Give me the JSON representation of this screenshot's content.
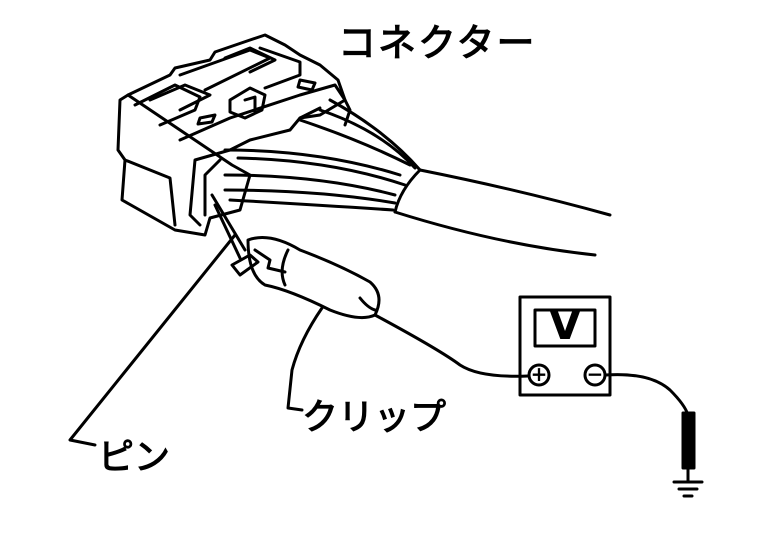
{
  "labels": {
    "connector": "コネクター",
    "clip": "クリップ",
    "pin": "ピン"
  },
  "voltmeter": {
    "display": "V",
    "positive_terminal": "+",
    "negative_terminal": "−"
  },
  "colors": {
    "line": "#000000",
    "background": "#ffffff"
  }
}
